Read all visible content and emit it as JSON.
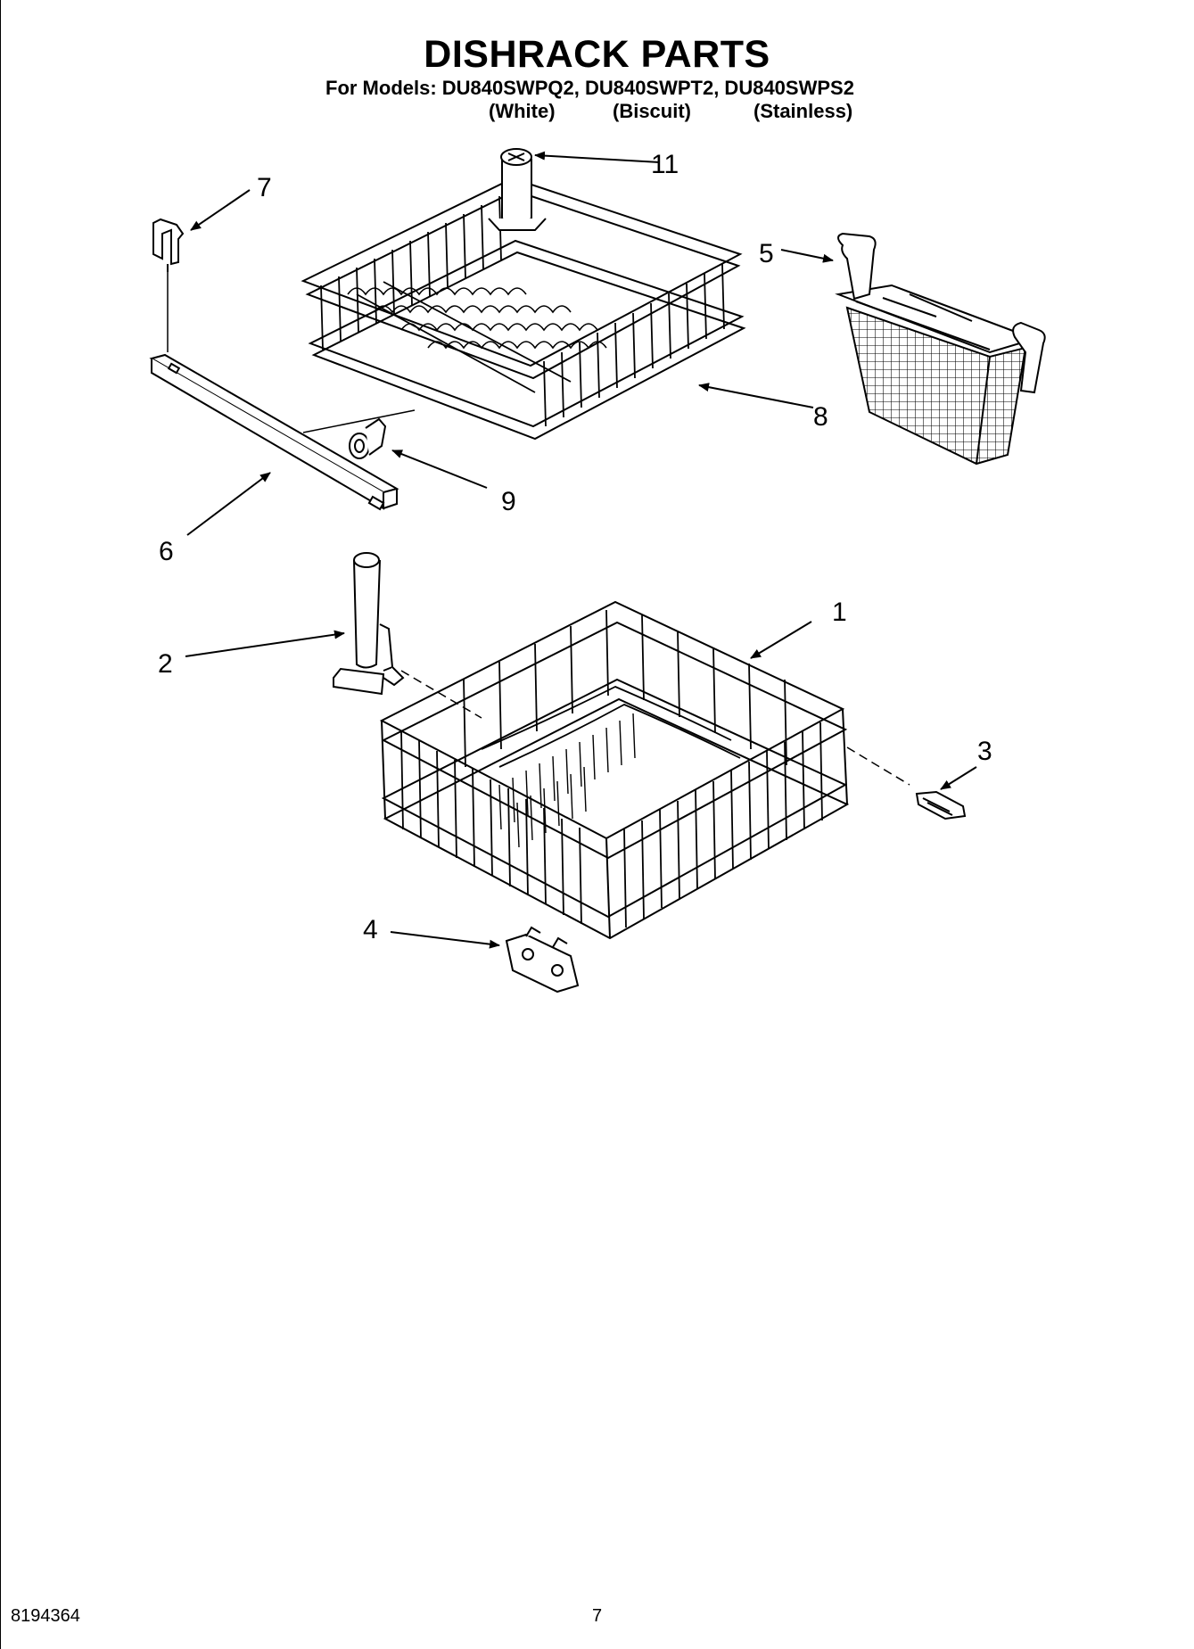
{
  "header": {
    "title": "DISHRACK PARTS",
    "models_line": "For Models: DU840SWPQ2, DU840SWPT2, DU840SWPS2",
    "finishes": [
      "(White)",
      "(Biscuit)",
      "(Stainless)"
    ]
  },
  "callouts": [
    "1",
    "2",
    "3",
    "4",
    "5",
    "6",
    "7",
    "8",
    "9",
    "11"
  ],
  "footer": {
    "document_number": "8194364",
    "page_number": "7"
  }
}
